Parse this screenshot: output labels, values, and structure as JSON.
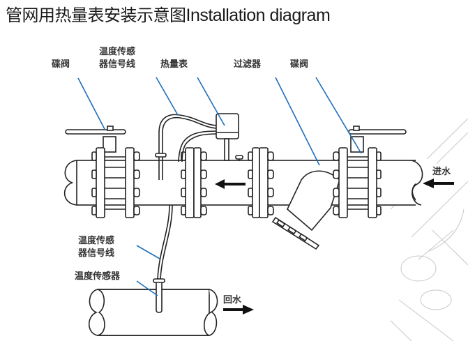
{
  "title": {
    "zh": "管网用热量表安装示意图",
    "en": "Installation diagram"
  },
  "labels": {
    "butterfly_valve_left": "碟阀",
    "temp_sensor_wire_top_line1": "温度传感",
    "temp_sensor_wire_top_line2": "器信号线",
    "heat_meter": "热量表",
    "filter": "过滤器",
    "butterfly_valve_right": "碟阀",
    "inlet_water": "进水",
    "temp_sensor_wire_bottom_line1": "温度传感",
    "temp_sensor_wire_bottom_line2": "器信号线",
    "temp_sensor": "温度传感器",
    "return_water": "回水"
  },
  "colors": {
    "leader_line": "#1f6fba",
    "outline": "#222222",
    "ghost_background": "#c8c8c8"
  }
}
